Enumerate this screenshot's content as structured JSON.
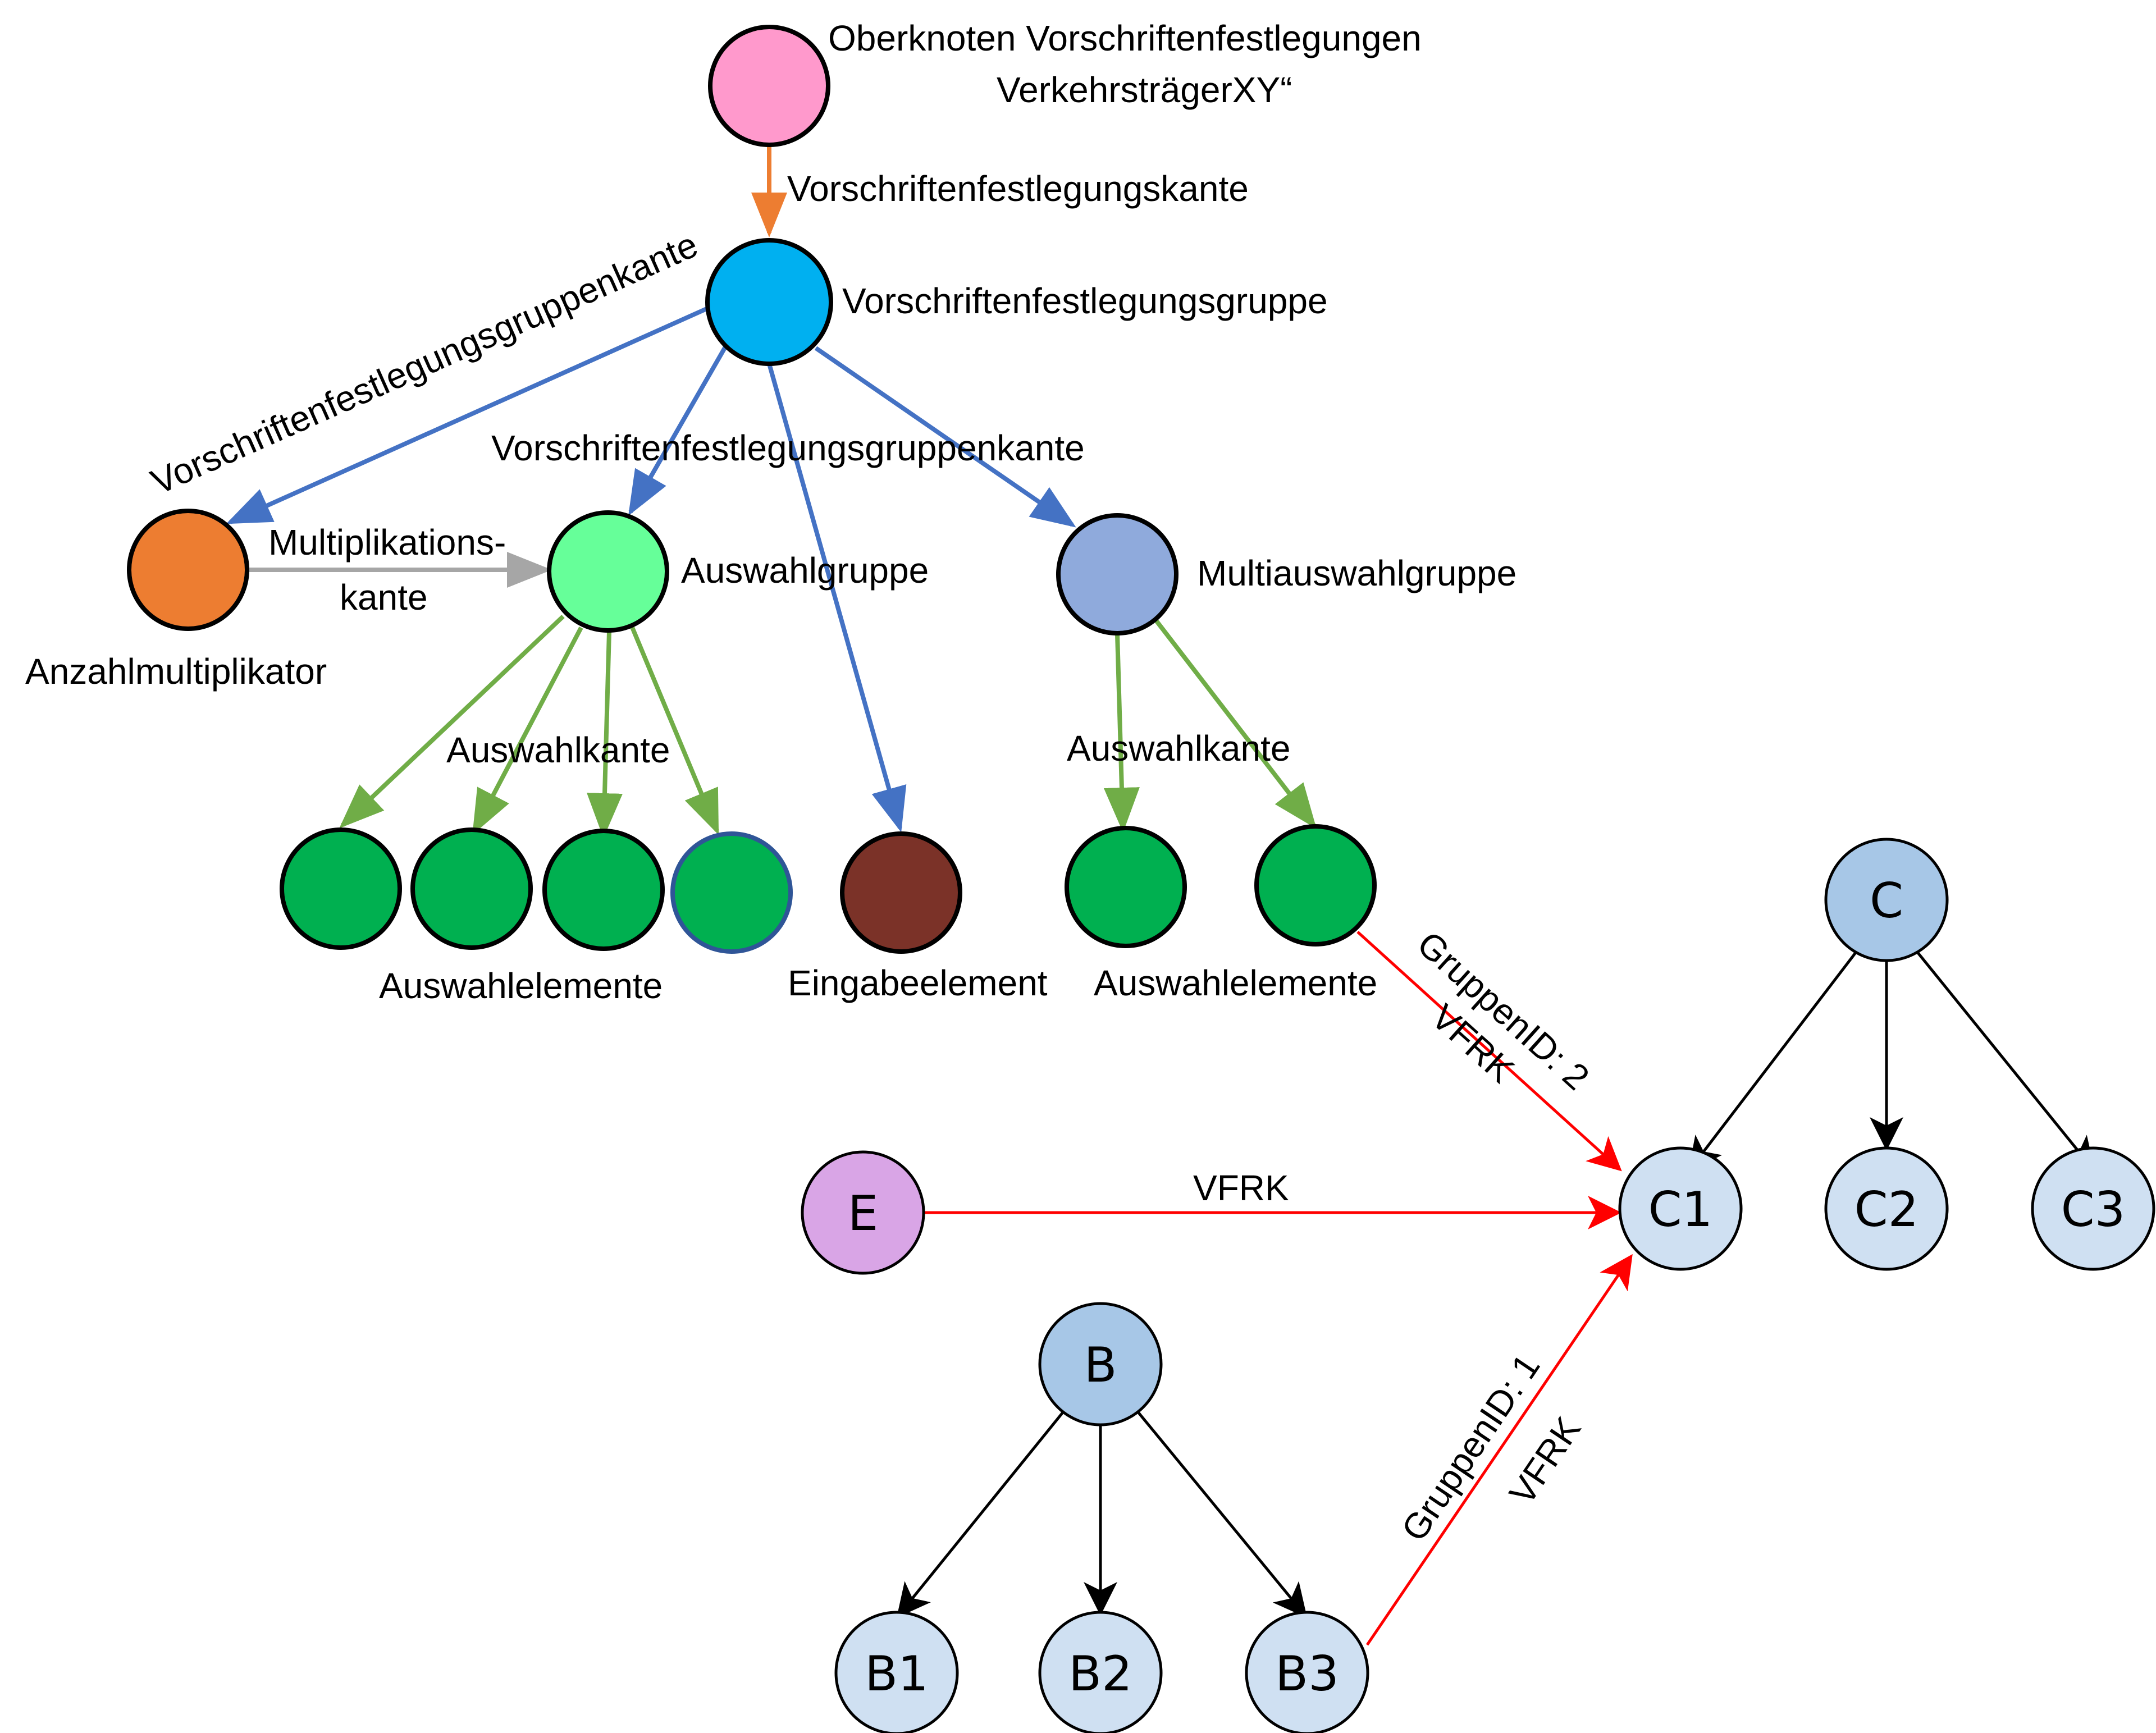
{
  "nodes": {
    "root": {
      "color": "#ff99cc",
      "stroke": "#000000"
    },
    "group": {
      "color": "#00b0f0",
      "stroke": "#000000"
    },
    "multiplier": {
      "color": "#ed7d31",
      "stroke": "#000000"
    },
    "auswahlgruppe": {
      "color": "#66ff99",
      "stroke": "#000000"
    },
    "multiauswahlgruppe": {
      "color": "#8faadc",
      "stroke": "#000000"
    },
    "auswahlelement": {
      "color": "#00b050",
      "stroke": "#000000"
    },
    "auswahlelement_highlight": {
      "color": "#00b050",
      "stroke": "#2f5597"
    },
    "eingabeelement": {
      "color": "#7b3228",
      "stroke": "#000000"
    },
    "E": {
      "text": "E",
      "color": "#d9a5e6"
    },
    "C": {
      "text": "C",
      "color": "#a7c7e7"
    },
    "C1": {
      "text": "C1",
      "color": "#cfe0f2"
    },
    "C2": {
      "text": "C2",
      "color": "#cfe0f2"
    },
    "C3": {
      "text": "C3",
      "color": "#cfe0f2"
    },
    "B": {
      "text": "B",
      "color": "#a7c7e7"
    },
    "B1": {
      "text": "B1",
      "color": "#cfe0f2"
    },
    "B2": {
      "text": "B2",
      "color": "#cfe0f2"
    },
    "B3": {
      "text": "B3",
      "color": "#cfe0f2"
    }
  },
  "labels": {
    "root_line1": "Oberknoten Vorschriftenfestlegungen",
    "root_line2": "VerkehrsträgerXY“",
    "edge_root": "Vorschriftenfestlegungskante",
    "group": "Vorschriftenfestlegungsgruppe",
    "group_edge_left": "Vorschriftenfestlegungsgruppenkante",
    "group_edge_mid": "Vorschriftenfestlegungsgruppenkante",
    "mult_line1": "Multiplikations-",
    "mult_line2": "kante",
    "multiplier": "Anzahlmultiplikator",
    "auswahlgruppe": "Auswahlgruppe",
    "multiauswahlgruppe": "Multiauswahlgruppe",
    "auswahlkante_left": "Auswahlkante",
    "auswahlkante_right": "Auswahlkante",
    "auswahlelemente_left": "Auswahlelemente",
    "eingabeelement": "Eingabeelement",
    "auswahlelemente_right": "Auswahlelemente",
    "vfrk_top_1": "GruppenID: 2",
    "vfrk_top_2": "VFRK",
    "vfrk_mid": "VFRK",
    "vfrk_bot_1": "GruppenID: 1",
    "vfrk_bot_2": "VFRK"
  },
  "edge_colors": {
    "orange": "#ed7d31",
    "blue": "#4472c4",
    "gray": "#a6a6a6",
    "green": "#70ad47",
    "red": "#ff0000",
    "black": "#000000"
  }
}
